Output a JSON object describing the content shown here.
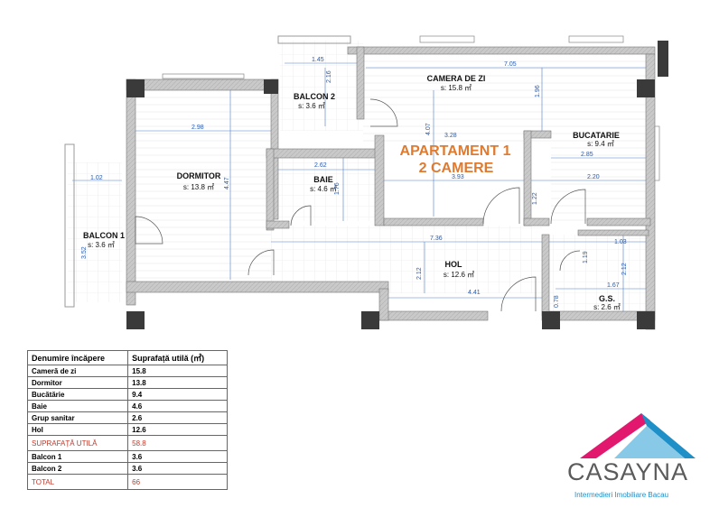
{
  "plan": {
    "title_line1": "APARTAMENT 1",
    "title_line2": "2 CAMERE",
    "rooms": [
      {
        "id": "camera-de-zi",
        "name": "CAMERA DE ZI",
        "area": "s: 15.8 ㎡"
      },
      {
        "id": "bucatarie",
        "name": "BUCATARIE",
        "area": "s: 9.4 ㎡"
      },
      {
        "id": "dormitor",
        "name": "DORMITOR",
        "area": "s: 13.8 ㎡"
      },
      {
        "id": "baie",
        "name": "BAIE",
        "area": "s: 4.6 ㎡"
      },
      {
        "id": "balcon-1",
        "name": "BALCON 1",
        "area": "s: 3.6 ㎡"
      },
      {
        "id": "balcon-2",
        "name": "BALCON 2",
        "area": "s: 3.6 ㎡"
      },
      {
        "id": "hol",
        "name": "HOL",
        "area": "s: 12.6 ㎡"
      },
      {
        "id": "gs",
        "name": "G.S.",
        "area": "s: 2.6 ㎡"
      }
    ],
    "dimensions": [
      "1.45",
      "7.05",
      "2.16",
      "1.96",
      "4.07",
      "3.28",
      "2.98",
      "4.47",
      "1.02",
      "3.52",
      "2.62",
      "1.76",
      "3.93",
      "2.85",
      "1.22",
      "2.20",
      "7.36",
      "1.03",
      "1.19",
      "2.12",
      "2.12",
      "1.67",
      "4.41",
      "0.78"
    ]
  },
  "table": {
    "header_room": "Denumire încăpere",
    "header_area": "Suprafață utilă (㎡)",
    "rows": [
      {
        "name": "Cameră de zi",
        "value": "15.8"
      },
      {
        "name": "Dormitor",
        "value": "13.8"
      },
      {
        "name": "Bucătărie",
        "value": "9.4"
      },
      {
        "name": "Baie",
        "value": "4.6"
      },
      {
        "name": "Grup sanitar",
        "value": "2.6"
      },
      {
        "name": "Hol",
        "value": "12.6"
      }
    ],
    "total_util_label": "SUPRAFAȚĂ UTILĂ",
    "total_util_value": "58.8",
    "balcony_rows": [
      {
        "name": "Balcon 1",
        "value": "3.6"
      },
      {
        "name": "Balcon 2",
        "value": "3.6"
      }
    ],
    "total_label": "TOTAL",
    "total_value": "66"
  },
  "brand": {
    "name": "CASAYNA",
    "tagline": "Intermedieri Imobiliare Bacau",
    "colors": {
      "accent_magenta": "#e2186f",
      "accent_blue": "#1e8fc7",
      "text_gray": "#5b5b5b",
      "title_orange": "#e07a2e"
    }
  }
}
